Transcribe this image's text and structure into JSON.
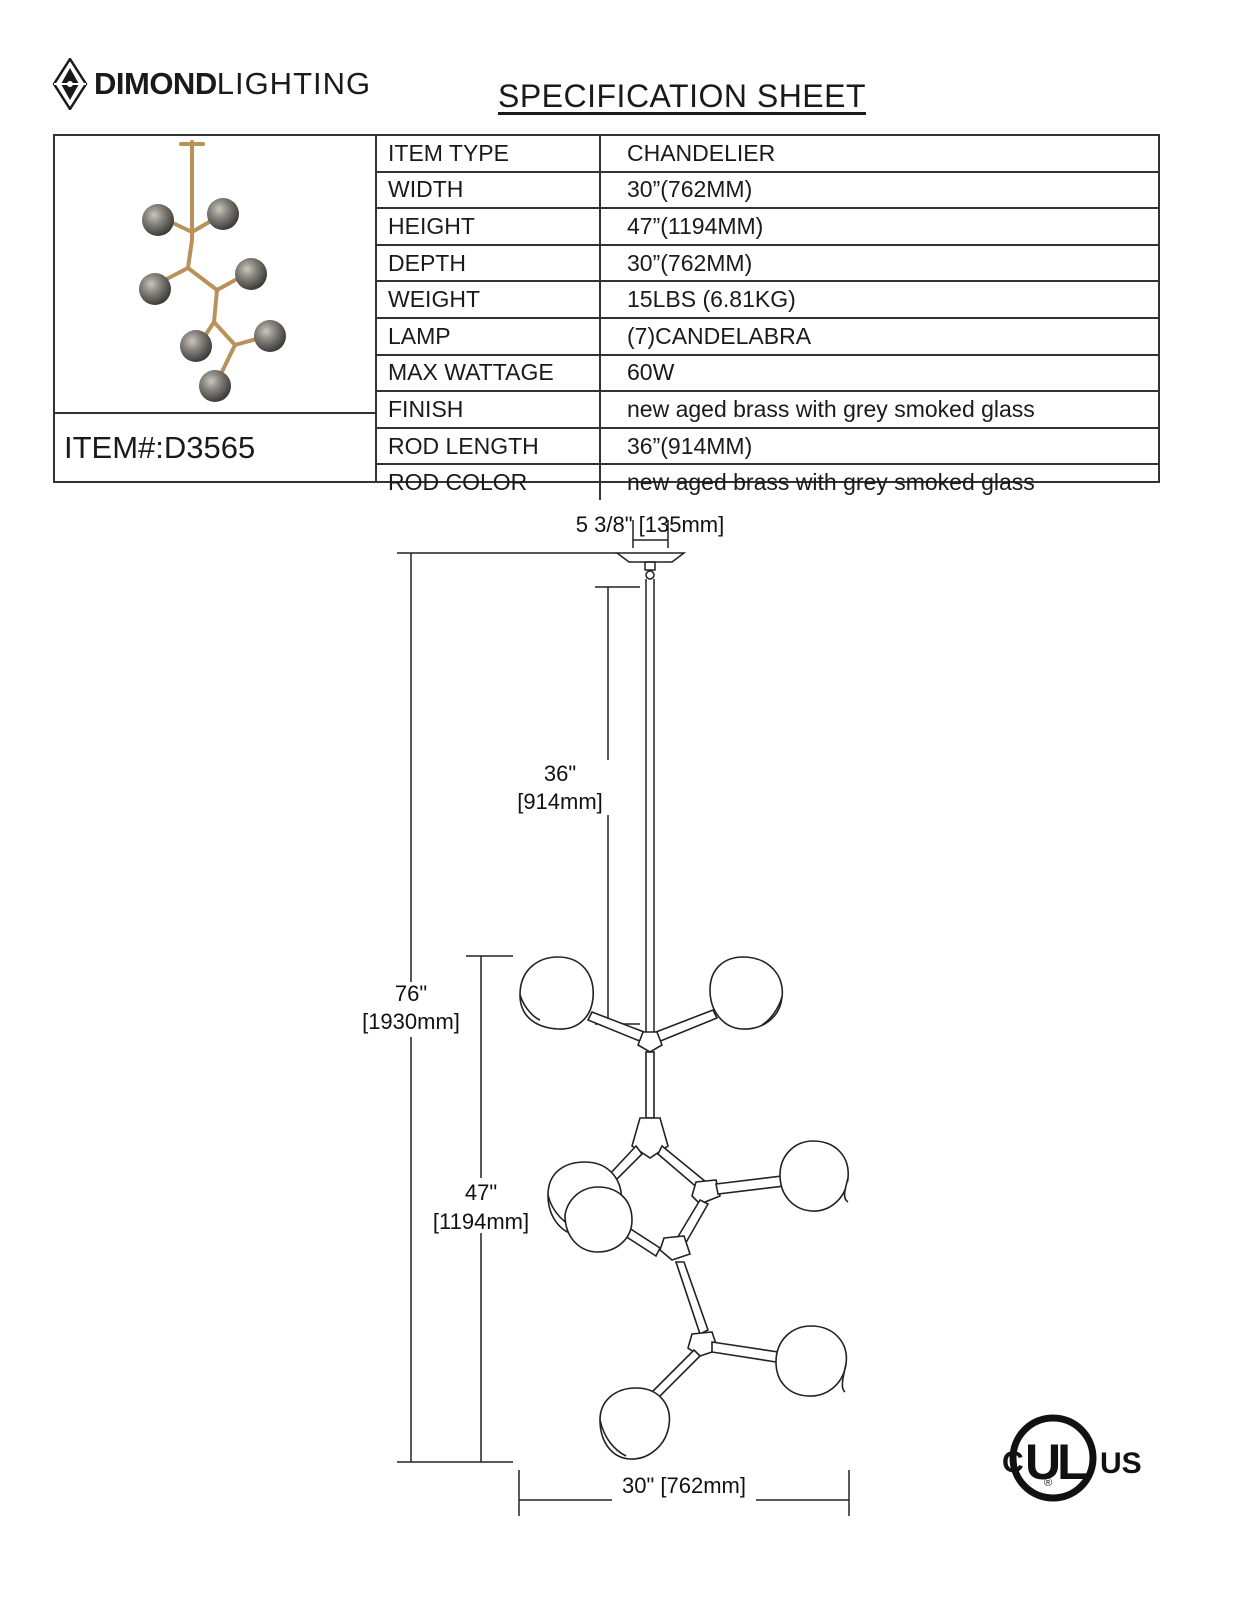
{
  "header": {
    "brand_bold": "DIMOND",
    "brand_light": "LIGHTING",
    "title": "SPECIFICATION  SHEET"
  },
  "item": {
    "label": "ITEM#:D3565"
  },
  "specs": [
    {
      "label": "ITEM TYPE",
      "value": "CHANDELIER"
    },
    {
      "label": "WIDTH",
      "value": "30”(762MM)"
    },
    {
      "label": "HEIGHT",
      "value": "47”(1194MM)"
    },
    {
      "label": "DEPTH",
      "value": "30”(762MM)"
    },
    {
      "label": "WEIGHT",
      "value": "15LBS (6.81KG)"
    },
    {
      "label": "LAMP",
      "value": "(7)CANDELABRA"
    },
    {
      "label": "MAX WATTAGE",
      "value": "60W"
    },
    {
      "label": "FINISH",
      "value": "new aged brass with grey smoked glass"
    },
    {
      "label": "ROD LENGTH",
      "value": "36”(914MM)"
    },
    {
      "label": "ROD COLOR",
      "value": "new aged brass with grey smoked glass"
    }
  ],
  "drawing": {
    "canopy_dim": "5 3/8\" [135mm]",
    "rod_dim_in": "36\"",
    "rod_dim_mm": "[914mm]",
    "overall_dim_in": "76\"",
    "overall_dim_mm": "[1930mm]",
    "body_dim_in": "47\"",
    "body_dim_mm": "[1194mm]",
    "width_dim": "30\" [762mm]"
  },
  "certification": {
    "left": "C",
    "mark": "UL",
    "right": "US",
    "reg": "®"
  },
  "colors": {
    "brass": "#b8925a",
    "smoke_glass": "#7b7d7f",
    "line": "#222222"
  }
}
